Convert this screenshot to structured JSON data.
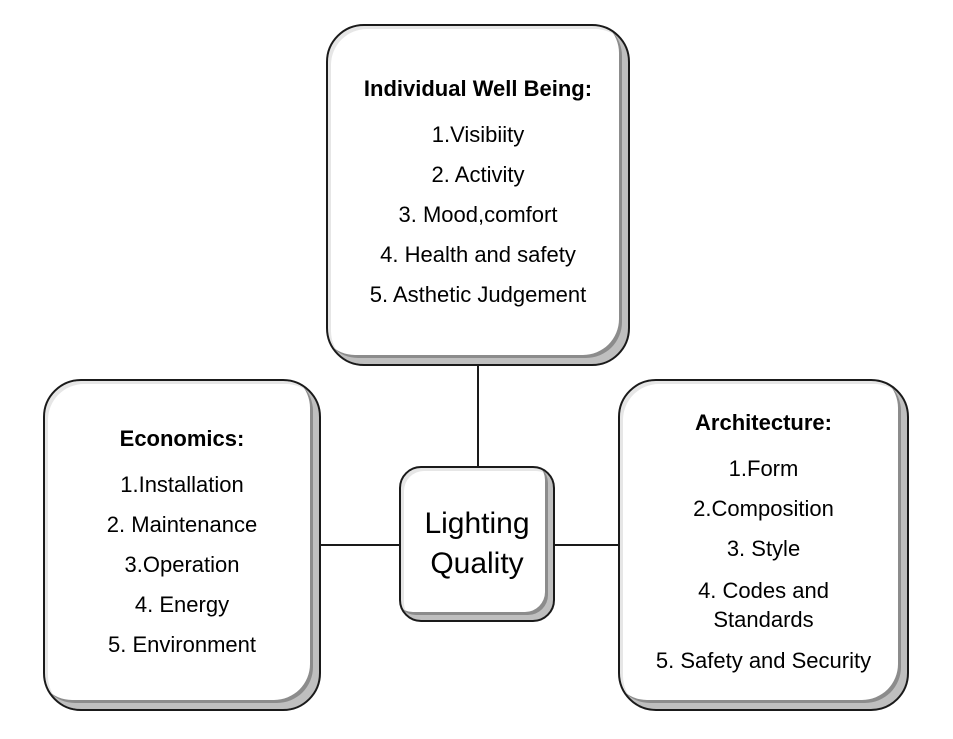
{
  "center": {
    "line1": "Lighting",
    "line2": "Quality"
  },
  "top_box": {
    "title": "Individual Well Being:",
    "items": [
      "1.Visibiity",
      "2. Activity",
      "3. Mood,comfort",
      "4. Health and safety",
      "5. Asthetic Judgement"
    ]
  },
  "left_box": {
    "title": "Economics:",
    "items": [
      "1.Installation",
      "2. Maintenance",
      "3.Operation",
      "4. Energy",
      "5. Environment"
    ]
  },
  "right_box": {
    "title": "Architecture:",
    "items": [
      "1.Form",
      "2.Composition",
      "3. Style",
      "4. Codes and Standards",
      "5. Safety and Security"
    ]
  },
  "colors": {
    "border": "#1a1a1a",
    "shadow": "#8c8c8c",
    "background": "#ffffff"
  }
}
